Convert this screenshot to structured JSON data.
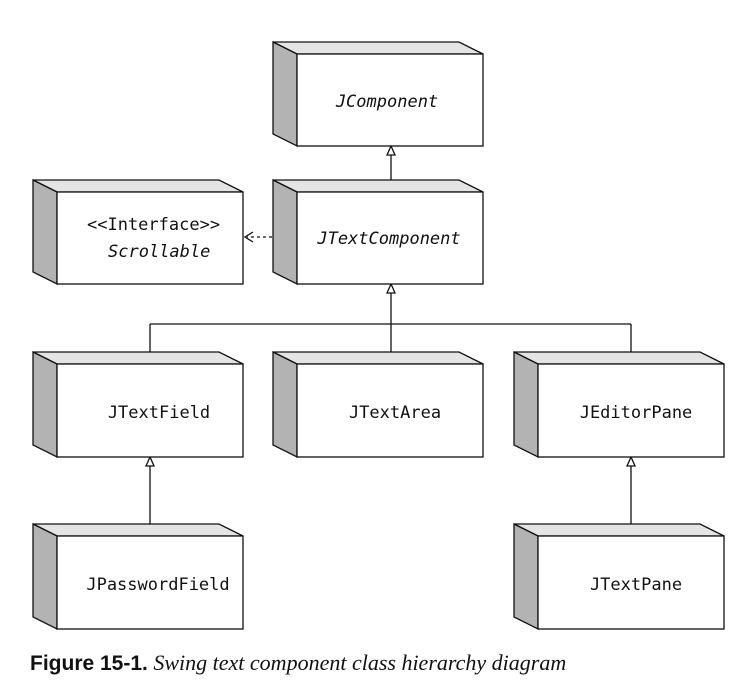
{
  "diagram": {
    "classes": {
      "jcomponent": "JComponent",
      "jtextcomponent": "JTextComponent",
      "scrollable_stereotype": "<<Interface>>",
      "scrollable_name": "Scrollable",
      "jtextfield": "JTextField",
      "jtextarea": "JTextArea",
      "jeditorpane": "JEditorPane",
      "jpasswordfield": "JPasswordField",
      "jtextpane": "JTextPane"
    },
    "relationships": [
      {
        "from": "JTextComponent",
        "to": "JComponent",
        "type": "inheritance"
      },
      {
        "from": "JTextComponent",
        "to": "Scrollable",
        "type": "realization"
      },
      {
        "from": "JTextField",
        "to": "JTextComponent",
        "type": "inheritance"
      },
      {
        "from": "JTextArea",
        "to": "JTextComponent",
        "type": "inheritance"
      },
      {
        "from": "JEditorPane",
        "to": "JTextComponent",
        "type": "inheritance"
      },
      {
        "from": "JPasswordField",
        "to": "JTextField",
        "type": "inheritance"
      },
      {
        "from": "JTextPane",
        "to": "JEditorPane",
        "type": "inheritance"
      }
    ]
  },
  "caption": {
    "label": "Figure 15-1.",
    "text": "Swing text component class hierarchy diagram"
  }
}
